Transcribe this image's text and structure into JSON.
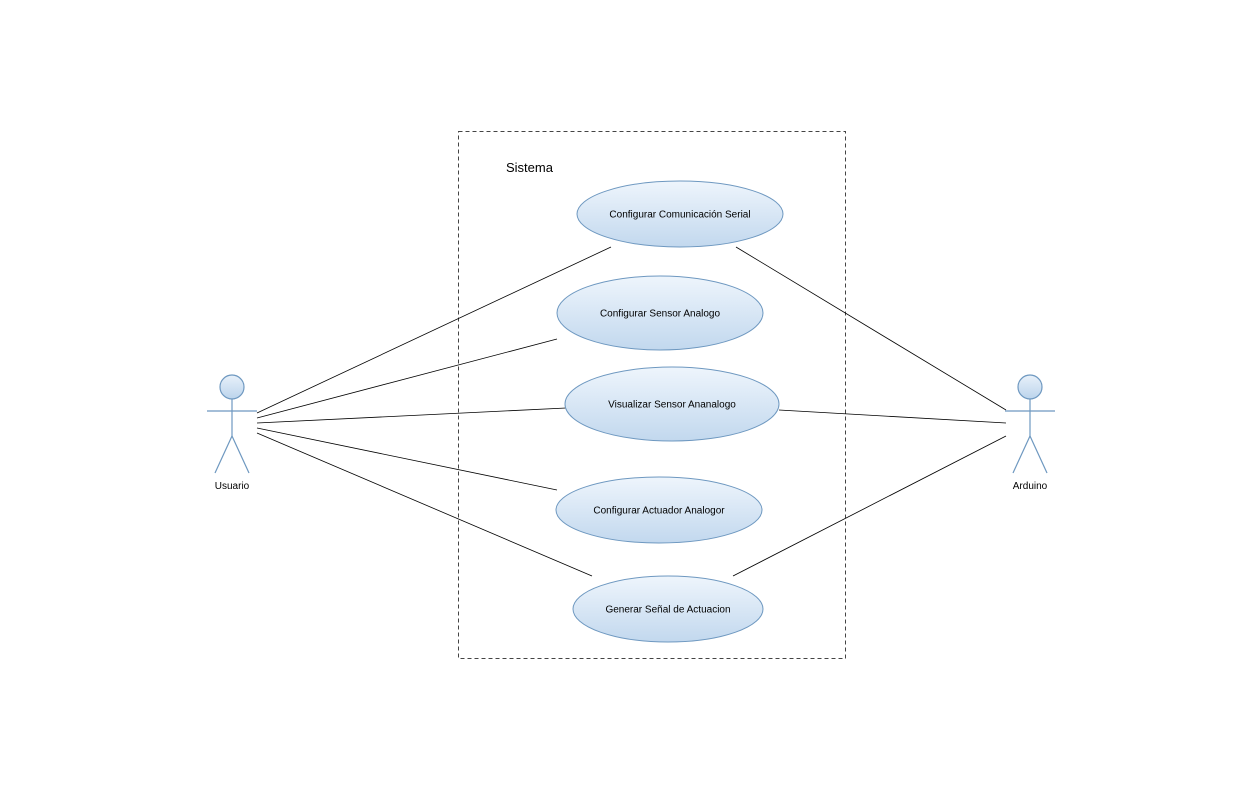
{
  "system": {
    "label": "Sistema"
  },
  "actors": {
    "usuario": {
      "label": "Usuario"
    },
    "arduino": {
      "label": "Arduino"
    }
  },
  "use_cases": {
    "configurar_comunicacion": {
      "label": "Configurar Comunicación Serial"
    },
    "configurar_sensor": {
      "label": "Configurar Sensor Analogo"
    },
    "visualizar_sensor": {
      "label": "Visualizar Sensor Ananalogo"
    },
    "configurar_actuador": {
      "label": "Configurar Actuador Analogor"
    },
    "generar_senal": {
      "label": "Generar Señal de Actuacion"
    }
  },
  "associations": [
    {
      "from": "Usuario",
      "to": "Configurar Comunicación Serial"
    },
    {
      "from": "Usuario",
      "to": "Configurar Sensor Analogo"
    },
    {
      "from": "Usuario",
      "to": "Visualizar Sensor Ananalogo"
    },
    {
      "from": "Usuario",
      "to": "Configurar Actuador Analogor"
    },
    {
      "from": "Usuario",
      "to": "Generar Señal de Actuacion"
    },
    {
      "from": "Arduino",
      "to": "Configurar Comunicación Serial"
    },
    {
      "from": "Arduino",
      "to": "Visualizar Sensor Ananalogo"
    },
    {
      "from": "Arduino",
      "to": "Generar Señal de Actuacion"
    }
  ],
  "colors": {
    "shape_fill_top": "#eaf3fb",
    "shape_fill_bottom": "#c3d9ee",
    "shape_stroke": "#6e98c0",
    "line": "#000000"
  }
}
